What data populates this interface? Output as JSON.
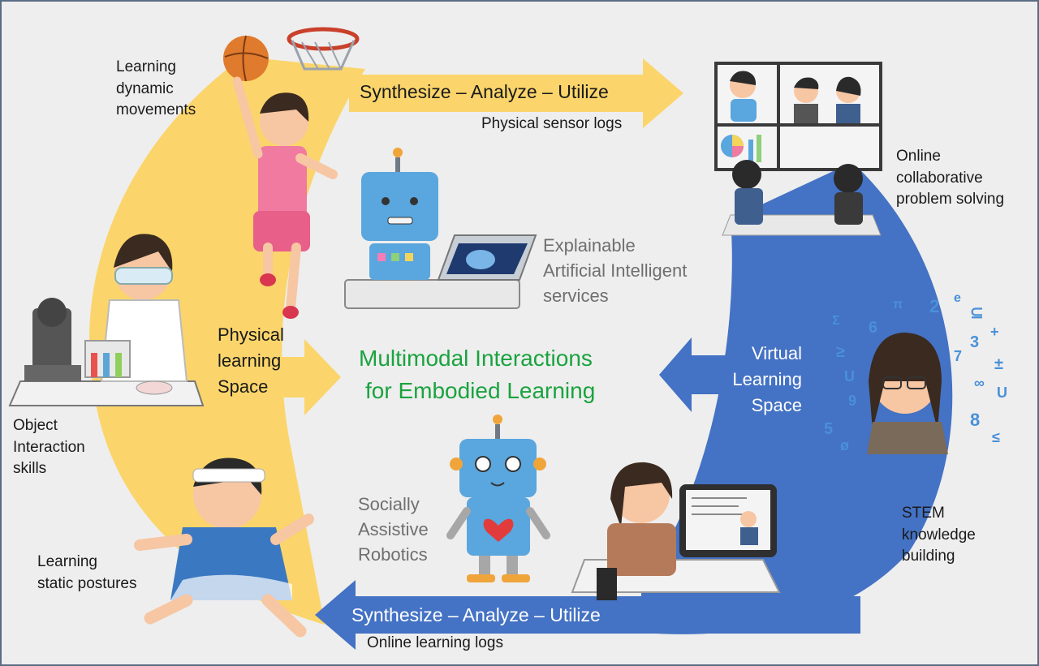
{
  "colors": {
    "background": "#eeeeee",
    "frame": "#5b6d84",
    "physical_space": "#fbd56b",
    "physical_arrow": "#fbd56b",
    "virtual_space": "#4472c4",
    "center_text": "#1aa33f",
    "gray_text": "#6f6f6f",
    "white_text": "#ffffff"
  },
  "top_arrow": {
    "label": "Synthesize – Analyze – Utilize",
    "caption": "Physical sensor logs"
  },
  "bottom_arrow": {
    "label": "Synthesize – Analyze – Utilize",
    "caption": "Online learning logs"
  },
  "center": {
    "line1": "Multimodal Interactions",
    "line2": "for Embodied Learning"
  },
  "physical_space": {
    "label": "Physical\nlearning\nSpace"
  },
  "virtual_space": {
    "label": "Virtual\nLearning\nSpace"
  },
  "labels": {
    "dynamic": "Learning\ndynamic\nmovements",
    "object": "Object\nInteraction\nskills",
    "static": "Learning\nstatic postures",
    "online_collab": "Online\ncollaborative\nproblem solving",
    "stem": "STEM\nknowledge\nbuilding",
    "xai": "Explainable\nArtificial  Intelligent\nservices",
    "sar": "Socially\nAssistive\nRobotics"
  },
  "icons": {
    "basketball": "basketball-player-icon",
    "scientist": "lab-scientist-icon",
    "dancer": "dancer-icon",
    "xai_robot": "laptop-robot-icon",
    "social_robot": "heart-robot-icon",
    "video_meeting": "video-meeting-icon",
    "stem_student": "math-student-icon",
    "tablet_student": "tablet-student-icon"
  }
}
